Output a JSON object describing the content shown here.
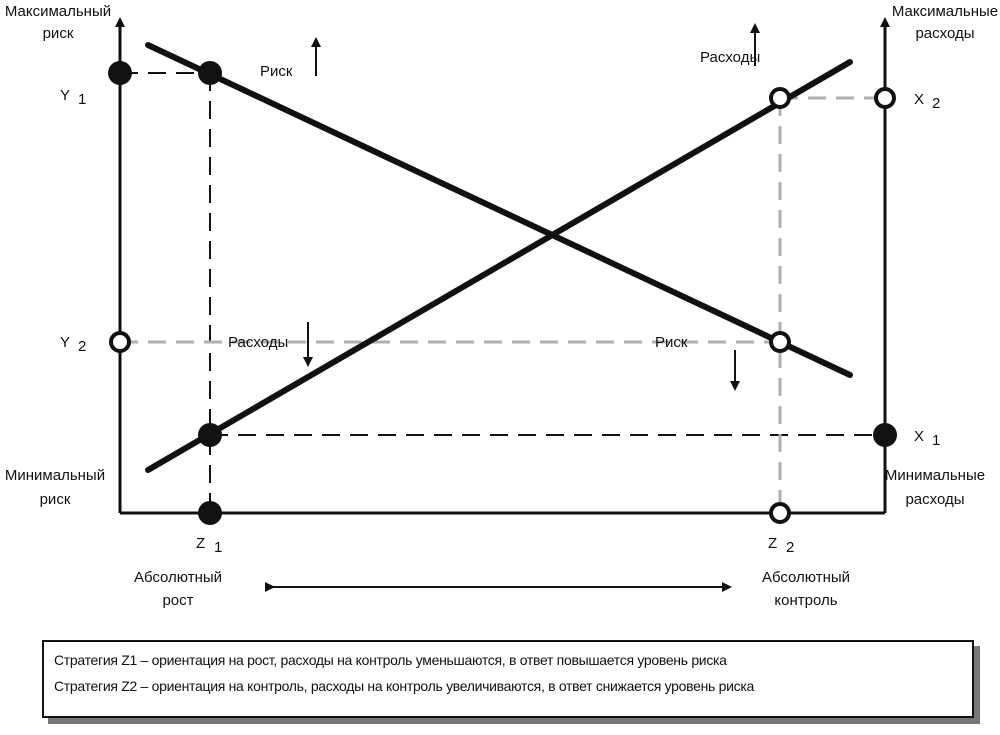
{
  "labels": {
    "max_risk": [
      "Максимальный",
      "риск"
    ],
    "min_risk": [
      "Минимальный",
      "риск"
    ],
    "max_costs": [
      "Максимальные",
      "расходы"
    ],
    "min_costs": [
      "Минимальные",
      "расходы"
    ],
    "abs_growth": [
      "Абсолютный",
      "рост"
    ],
    "abs_control": [
      "Абсолютный",
      "контроль"
    ],
    "risk_up": "Риск",
    "costs_up": "Расходы",
    "costs_down": "Расходы",
    "risk_down": "Риск"
  },
  "points": {
    "y1": {
      "letter": "Y",
      "index": "1"
    },
    "y2": {
      "letter": "Y",
      "index": "2"
    },
    "x1": {
      "letter": "X",
      "index": "1"
    },
    "x2": {
      "letter": "X",
      "index": "2"
    },
    "z1": {
      "letter": "Z",
      "index": "1"
    },
    "z2": {
      "letter": "Z",
      "index": "2"
    }
  },
  "legend": [
    "Стратегия Z1 – ориентация на рост, расходы на контроль уменьшаются, в ответ повышается уровень риска",
    "Стратегия Z2 – ориентация на контроль, расходы на контроль увеличиваются, в ответ снижается уровень риска"
  ],
  "colors": {
    "line": "#111111",
    "dash_gray": "#b0b0b0"
  }
}
